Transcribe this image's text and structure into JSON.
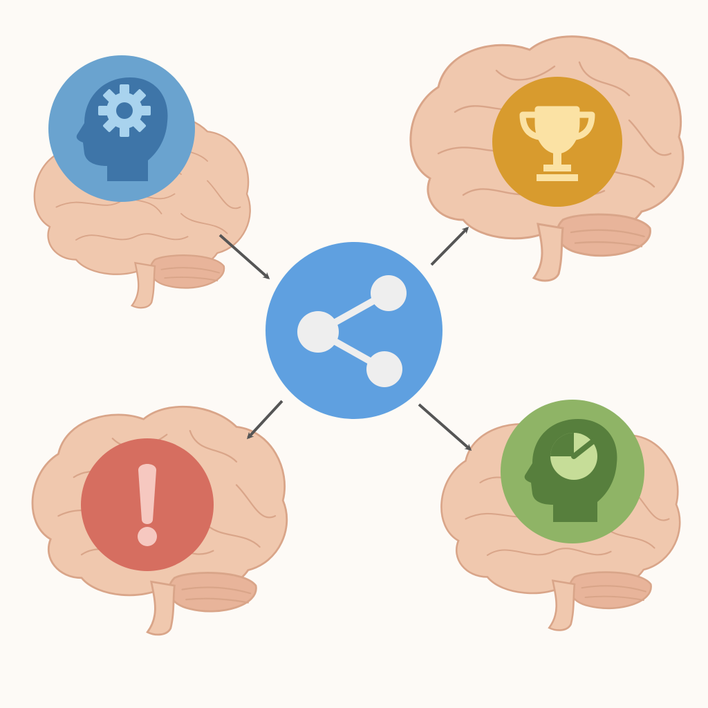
{
  "colors": {
    "background": "#fdfaf6",
    "brain_fill": "#f0c8ae",
    "brain_stroke": "#d9a589",
    "cerebellum_fill": "#e8b49a",
    "arrow": "#555555",
    "hub": "#5fa0e0",
    "hub_icon": "#eeeeee",
    "cognition_badge": "#6aa3cf",
    "cognition_icon_dark": "#3e75a8",
    "cognition_icon_light": "#a9d3ee",
    "achievement_badge": "#d89b2e",
    "achievement_icon": "#fbe2a4",
    "alert_badge": "#d66e60",
    "alert_icon": "#f6c8c0",
    "growth_badge": "#8fb466",
    "growth_icon_dark": "#577f3d",
    "growth_icon_light": "#c6dd98"
  },
  "nodes": [
    {
      "id": "hub",
      "icon": "share-icon"
    },
    {
      "id": "top-left",
      "icon": "head-gear-icon"
    },
    {
      "id": "top-right",
      "icon": "trophy-icon"
    },
    {
      "id": "bottom-left",
      "icon": "exclamation-icon"
    },
    {
      "id": "bottom-right",
      "icon": "head-progress-icon"
    }
  ],
  "edges": [
    {
      "from": "top-left",
      "to": "hub"
    },
    {
      "from": "hub",
      "to": "top-right"
    },
    {
      "from": "hub",
      "to": "bottom-left"
    },
    {
      "from": "hub",
      "to": "bottom-right"
    }
  ]
}
